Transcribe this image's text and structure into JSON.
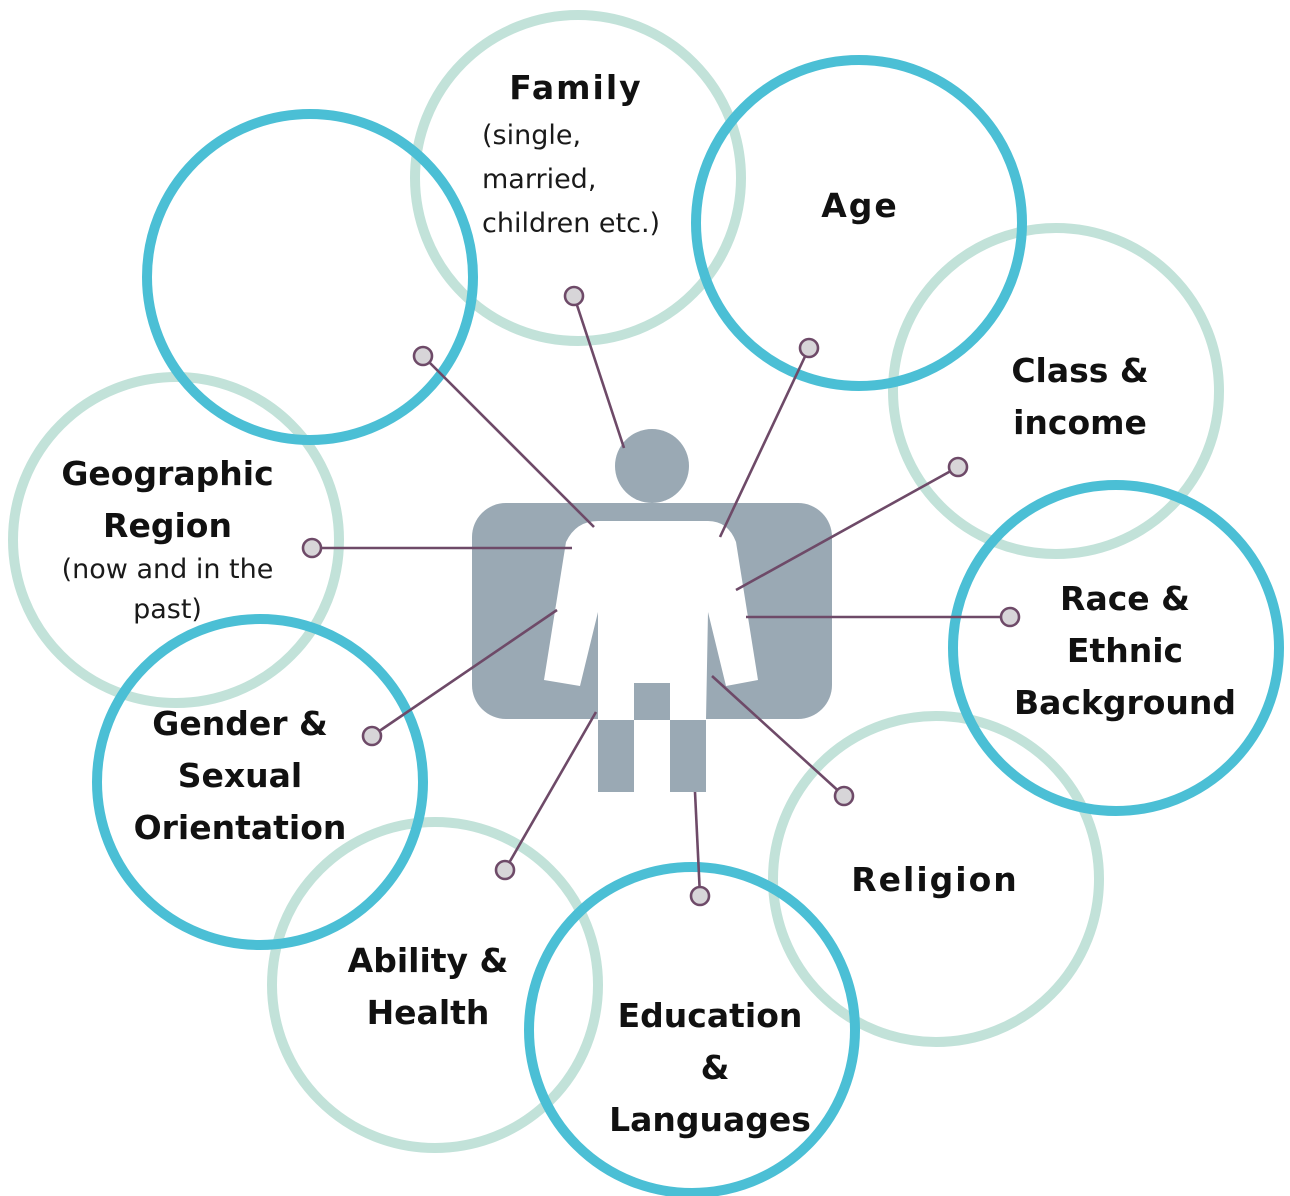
{
  "diagram": {
    "nodes": [
      {
        "id": "family",
        "title": "Family",
        "sub_lines": [
          "(single,",
          "married,",
          "children etc.)"
        ]
      },
      {
        "id": "age",
        "title": "Age"
      },
      {
        "id": "class",
        "title_lines": [
          "Class &",
          "income"
        ]
      },
      {
        "id": "race",
        "title_lines": [
          "Race &",
          "Ethnic",
          "Background"
        ]
      },
      {
        "id": "religion",
        "title": "Religion"
      },
      {
        "id": "education",
        "title_lines": [
          "Education",
          "&",
          "Languages"
        ]
      },
      {
        "id": "ability",
        "title_lines": [
          "Ability &",
          "Health"
        ]
      },
      {
        "id": "gender",
        "title_lines": [
          "Gender &",
          "Sexual",
          "Orientation"
        ]
      },
      {
        "id": "geo",
        "title_lines": [
          "Geographic",
          "Region"
        ],
        "sub_lines": [
          "(now and in the",
          "past)"
        ]
      },
      {
        "id": "blank"
      }
    ]
  },
  "colors": {
    "ring_teal": "#4bbfd5",
    "ring_mint": "#c2e2d9",
    "connector": "#6e4a68",
    "figure": "#9aa9b4"
  }
}
